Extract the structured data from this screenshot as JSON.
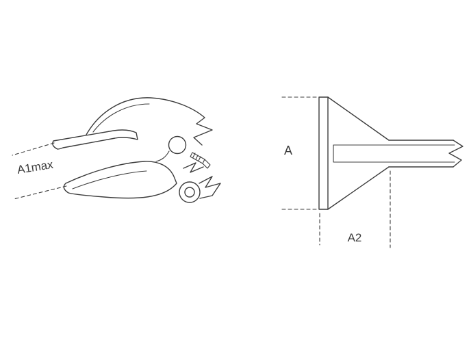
{
  "diagram": {
    "labels": {
      "a1max": "A1max",
      "a": "A",
      "a2": "A2"
    },
    "colors": {
      "stroke": "#3c3c3c",
      "background": "#ffffff"
    }
  }
}
